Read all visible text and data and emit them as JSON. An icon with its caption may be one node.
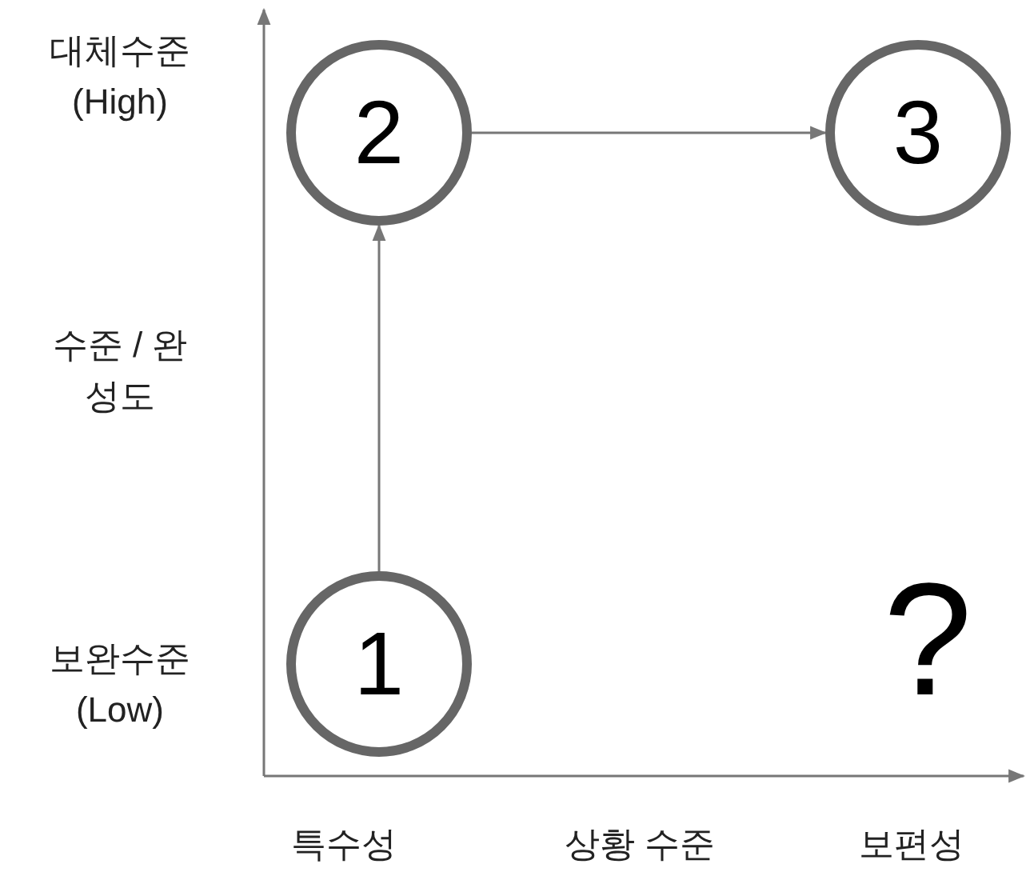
{
  "diagram": {
    "nodes": [
      {
        "text": [
          "2"
        ]
      },
      {
        "text": [
          "3"
        ]
      },
      {
        "text": [
          "1"
        ]
      }
    ],
    "edges": [
      {
        "from": 2,
        "to": 0,
        "arrow": "to"
      },
      {
        "from": 0,
        "to": 1,
        "arrow": "to"
      }
    ],
    "labels": [
      "대체수준 (High)",
      "수준 / 완성도",
      "보완수준 (Low)",
      "?",
      "특수성",
      "상황 수준",
      "보편성"
    ]
  }
}
